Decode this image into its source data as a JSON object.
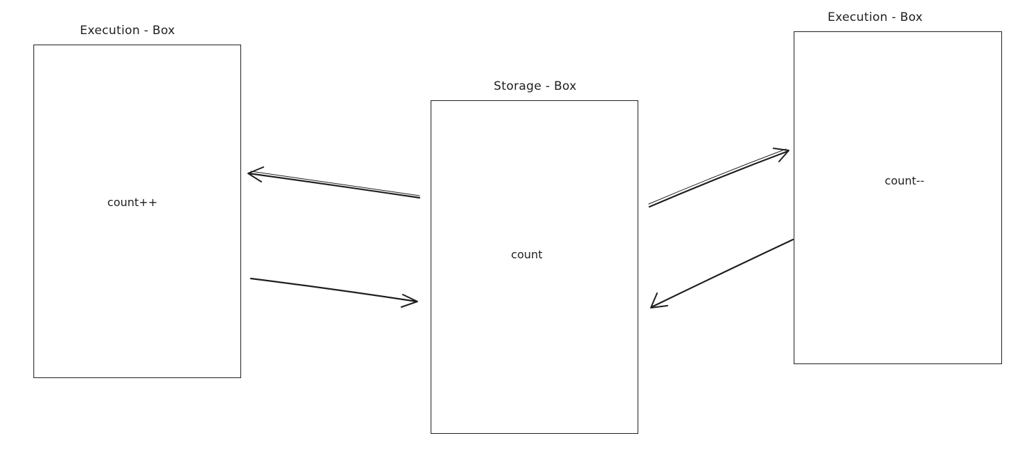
{
  "diagram": {
    "boxes": {
      "left": {
        "title": "Execution - Box",
        "label": "count++"
      },
      "middle": {
        "title": "Storage - Box",
        "label": "count"
      },
      "right": {
        "title": "Execution - Box",
        "label": "count--"
      }
    },
    "connectors": [
      {
        "from": "middle",
        "to": "left"
      },
      {
        "from": "left",
        "to": "middle"
      },
      {
        "from": "middle",
        "to": "right"
      },
      {
        "from": "right",
        "to": "middle"
      }
    ],
    "colors": {
      "stroke": "#1e1e1e",
      "background": "#ffffff"
    }
  }
}
